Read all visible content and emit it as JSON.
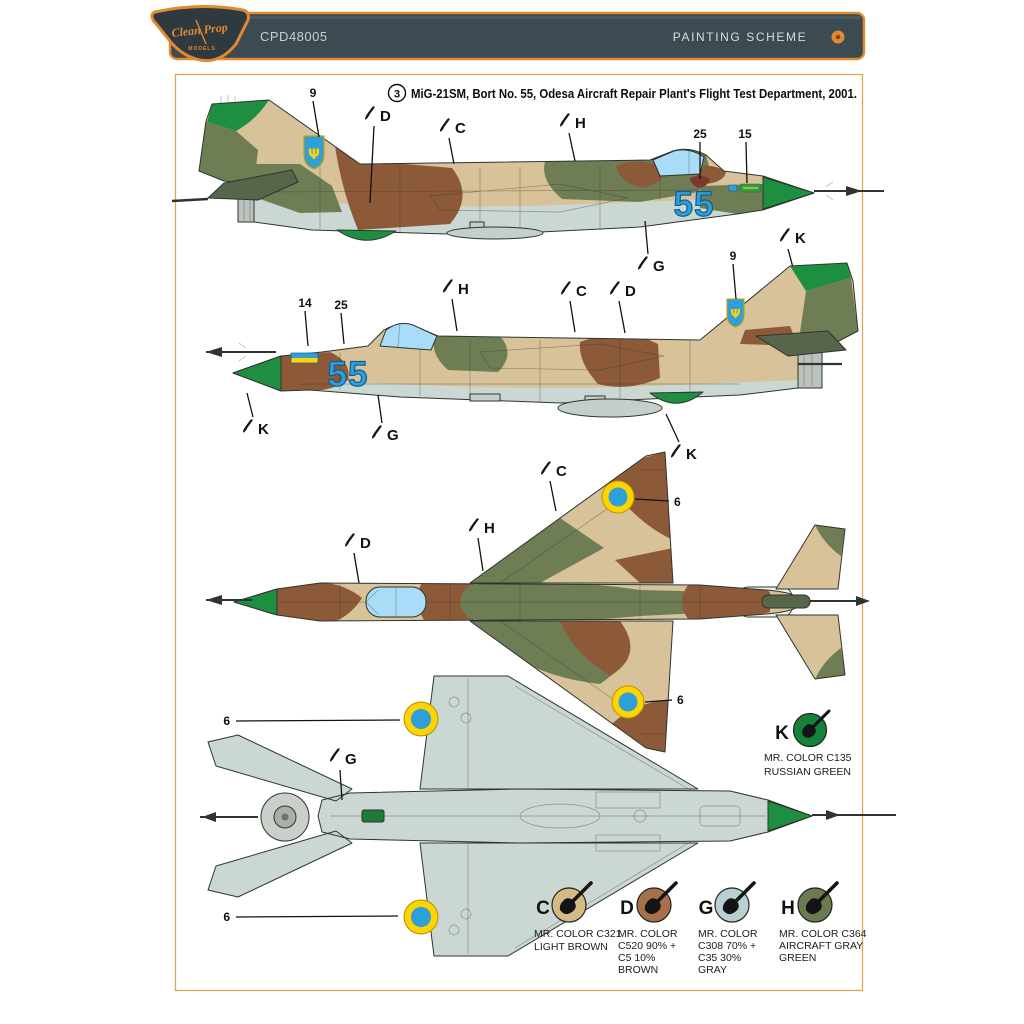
{
  "header": {
    "code": "CPD48005",
    "section_title": "PAINTING SCHEME",
    "logo": {
      "line1": "Clean Prop",
      "line2": "MODELS"
    }
  },
  "scheme": {
    "number": "3",
    "title": "MiG-21SM, Bort No. 55, Odesa Aircraft Repair Plant's Flight Test Department, 2001."
  },
  "aircraft": {
    "bort_number": "55"
  },
  "decals": {
    "num_9": "9",
    "num_25": "25",
    "num_15": "15",
    "num_14": "14",
    "num_6": "6",
    "trident_glyph": "Ψ"
  },
  "paint_letters": {
    "C": "C",
    "D": "D",
    "G": "G",
    "H": "H",
    "K": "K"
  },
  "paints": {
    "C": {
      "letter": "C",
      "color": "#d4ba85",
      "lines": [
        "MR. COLOR C321",
        "LIGHT BROWN"
      ]
    },
    "D": {
      "letter": "D",
      "color": "#a76f4c",
      "lines": [
        "MR. COLOR",
        "C520 90% +",
        "C5 10%",
        "BROWN"
      ]
    },
    "G": {
      "letter": "G",
      "color": "#b9d0d2",
      "lines": [
        "MR. COLOR",
        "C308 70% +",
        "C35 30%",
        "GRAY"
      ]
    },
    "H": {
      "letter": "H",
      "color": "#6c7a52",
      "lines": [
        "MR. COLOR C364",
        "AIRCRAFT GRAY",
        "GREEN"
      ]
    },
    "K": {
      "letter": "K",
      "color": "#15813a",
      "lines": [
        "MR. COLOR C135",
        "RUSSIAN GREEN"
      ]
    }
  },
  "palette": {
    "tan": "#d8c299",
    "brown": "#8d5a39",
    "gray_green": "#6f7d55",
    "dark_green": "#57654a",
    "underside_gray": "#cbd7d2",
    "russian_green": "#1e8f41",
    "bort_blue": "#2e9fd8",
    "canopy_blue": "#a9dcf8",
    "roundel_yellow": "#ffd400",
    "header_bg": "#3c4a52",
    "accent_orange": "#e0892f"
  }
}
